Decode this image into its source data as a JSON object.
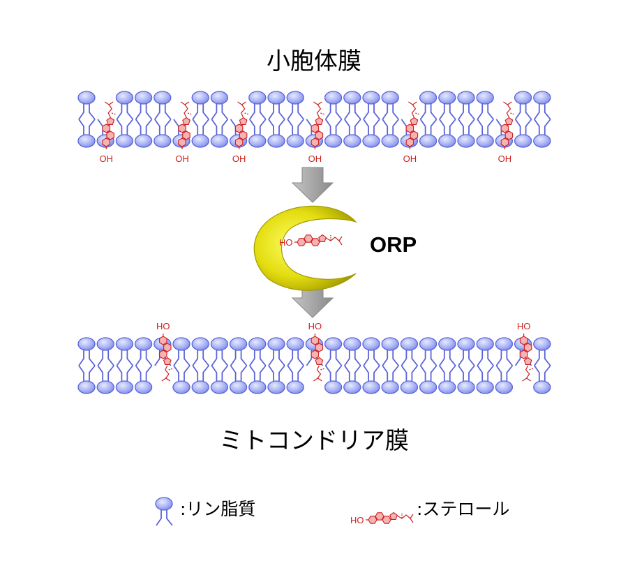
{
  "labels": {
    "top_membrane": "小胞体膜",
    "bottom_membrane": "ミトコンドリア膜",
    "protein": "ORP",
    "hydroxyl": "OH",
    "hydroxyl_left": "HO"
  },
  "legend": {
    "lipid": ":リン脂質",
    "sterol": ":ステロール"
  },
  "colors": {
    "lipid_fill": "#aab4f4",
    "lipid_stroke": "#5a63d8",
    "lipid_tail": "#5a63d8",
    "sterol": "#cc1f1f",
    "sterol_fill": "#f5b3b3",
    "protein": "#d8d200",
    "arrow": "#a6a6a6"
  }
}
